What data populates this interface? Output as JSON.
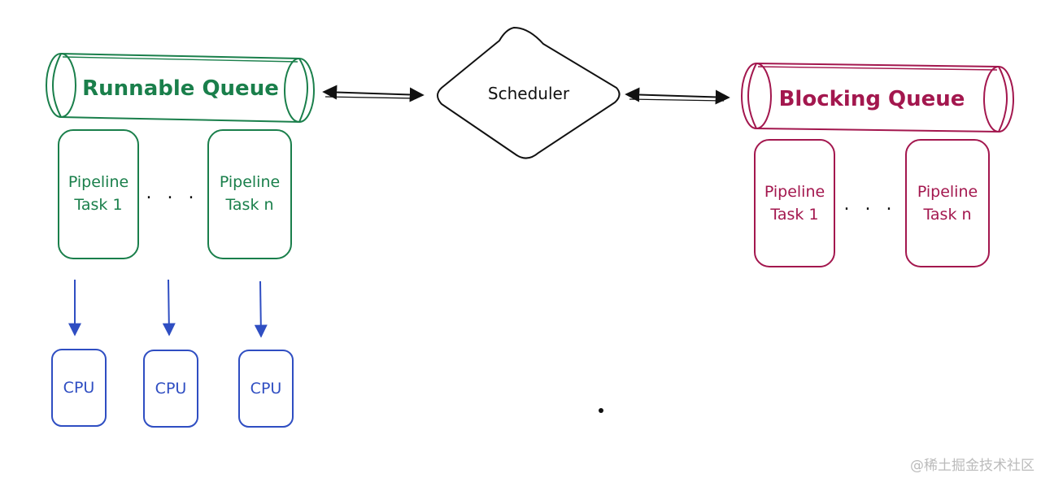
{
  "colors": {
    "runnable": "#1a7f4b",
    "blocking": "#a3174e",
    "cpu": "#2f4ec2",
    "ink": "#111111",
    "watermark": "#bbbbbb"
  },
  "runnable_queue": {
    "label": "Runnable Queue",
    "tasks": [
      {
        "line1": "Pipeline",
        "line2": "Task 1"
      },
      {
        "line1": "Pipeline",
        "line2": "Task n"
      }
    ],
    "ellipsis": ". . ."
  },
  "scheduler": {
    "label": "Scheduler"
  },
  "blocking_queue": {
    "label": "Blocking Queue",
    "tasks": [
      {
        "line1": "Pipeline",
        "line2": "Task 1"
      },
      {
        "line1": "Pipeline",
        "line2": "Task n"
      }
    ],
    "ellipsis": ". . ."
  },
  "cpus": [
    {
      "label": "CPU"
    },
    {
      "label": "CPU"
    },
    {
      "label": "CPU"
    }
  ],
  "watermark": "@稀土掘金技术社区"
}
